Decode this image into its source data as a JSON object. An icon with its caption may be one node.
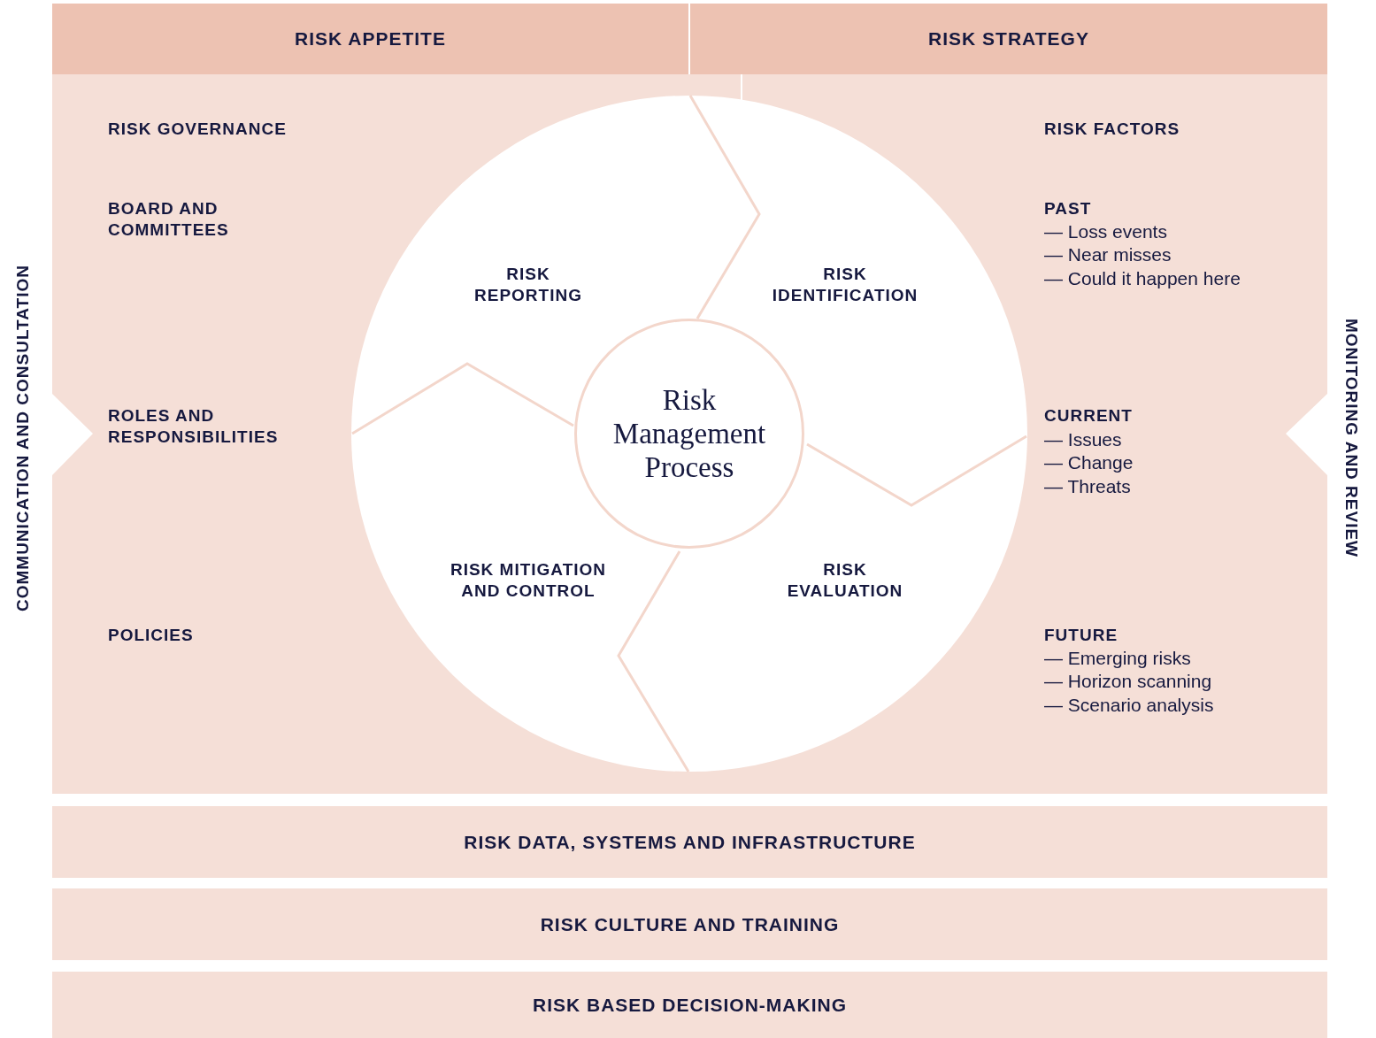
{
  "diagram": {
    "nodes": [
      {
        "text": [
          "RISK APPETITE"
        ]
      },
      {
        "text": [
          "RISK STRATEGY"
        ]
      },
      {
        "text": [],
        "shape": "circle"
      },
      {
        "text": [
          "RISK REPORTING"
        ],
        "in": 2
      },
      {
        "text": [
          "RISK IDENTIFICATION"
        ],
        "in": 2
      },
      {
        "text": [
          "Risk Management Process"
        ],
        "in": 2
      },
      {
        "text": [
          "RISK MITIGATION AND CONTROL"
        ],
        "in": 2
      },
      {
        "text": [
          "RISK EVALUATION"
        ],
        "in": 2
      },
      {
        "text": [
          "RISK DATA, SYSTEMS AND INFRASTRUCTURE"
        ]
      },
      {
        "text": [
          "RISK CULTURE AND TRAINING"
        ]
      },
      {
        "text": [
          "RISK BASED DECISION-MAKING"
        ]
      }
    ],
    "labels": [
      "COMMUNICATION AND CONSULTATION",
      "RISK GOVERNANCE",
      "BOARD AND COMMITTEES",
      "ROLES AND RESPONSIBILITIES",
      "POLICIES",
      "RISK FACTORS",
      "PAST",
      "— Loss events",
      "— Near misses",
      "— Could it happen here",
      "CURRENT",
      "— Issues",
      "— Change",
      "— Threats",
      "FUTURE",
      "— Emerging risks",
      "— Horizon scanning",
      "— Scenario analysis",
      "MONITORING AND REVIEW"
    ]
  }
}
